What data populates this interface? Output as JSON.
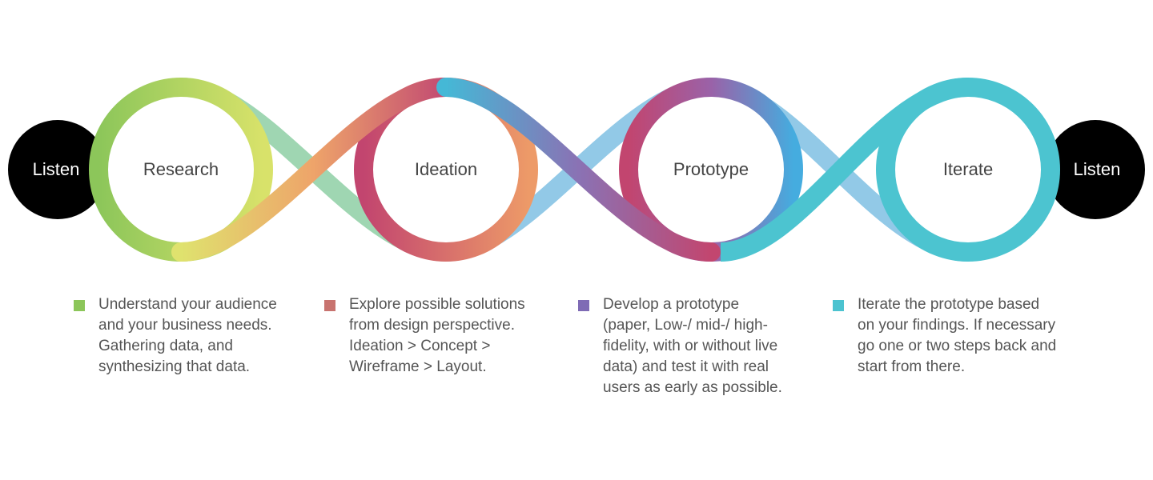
{
  "start_node": {
    "label": "Listen"
  },
  "end_node": {
    "label": "Listen"
  },
  "stages": [
    {
      "label": "Research",
      "color": "#8cc65a",
      "description": [
        "Understand your audience",
        "and your business needs.",
        "Gathering data, and",
        "synthesizing that data."
      ]
    },
    {
      "label": "Ideation",
      "color": "#c8736f",
      "description": [
        "Explore possible solutions",
        "from design perspective.",
        "Ideation > Concept >",
        "Wireframe > Layout."
      ]
    },
    {
      "label": "Prototype",
      "color": "#7f6bb5",
      "description": [
        "Develop a prototype",
        "(paper, Low-/ mid-/ high-",
        "fidelity, with or without live",
        "data) and test it with real",
        "users as early as possible."
      ]
    },
    {
      "label": "Iterate",
      "color": "#4cc3d0",
      "description": [
        "Iterate the prototype based",
        "on your findings. If necessary",
        "go one or two steps back and",
        "start from there."
      ]
    }
  ]
}
